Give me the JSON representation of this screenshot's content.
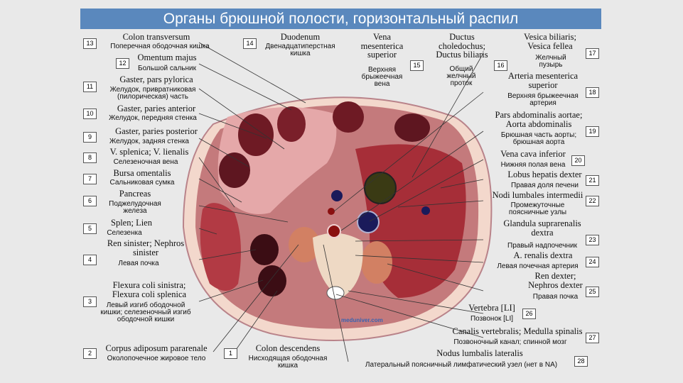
{
  "title": "Органы брюшной полости, горизонтальный распил",
  "watermark": "meduniver.com",
  "labels": [
    {
      "n": "13",
      "la": "Colon transversum",
      "ru": "Поперечная ободочная кишка"
    },
    {
      "n": "12",
      "la": "Omentum majus",
      "ru": "Большой сальник"
    },
    {
      "n": "11",
      "la": "Gaster, pars pylorica",
      "ru": "Желудок, привратниковая (пилорическая) часть"
    },
    {
      "n": "10",
      "la": "Gaster, paries anterior",
      "ru": "Желудок, передняя стенка"
    },
    {
      "n": "9",
      "la": "Gaster, paries posterior",
      "ru": "Желудок, задняя стенка"
    },
    {
      "n": "8",
      "la": "V. splenica; V. lienalis",
      "ru": "Селезеночная вена"
    },
    {
      "n": "7",
      "la": "Bursa omentalis",
      "ru": "Сальниковая сумка"
    },
    {
      "n": "6",
      "la": "Pancreas",
      "ru": "Поджелудочная железа"
    },
    {
      "n": "5",
      "la": "Splen; Lien",
      "ru": "Селезенка"
    },
    {
      "n": "4",
      "la": "Ren sinister; Nephros sinister",
      "ru": "Левая почка"
    },
    {
      "n": "3",
      "la": "Flexura coli sinistra; Flexura coli splenica",
      "ru": "Левый изгиб ободочной кишки; селезеночный изгиб ободочной кишки"
    },
    {
      "n": "2",
      "la": "Corpus adiposum pararenale",
      "ru": "Околопочечное жировое тело"
    },
    {
      "n": "1",
      "la": "Colon descendens",
      "ru": "Нисходящая ободочная кишка"
    },
    {
      "n": "14",
      "la": "Duodenum",
      "ru": "Двенадцатиперстная кишка"
    },
    {
      "n": "15",
      "la": "Vena mesenterica superior",
      "ru": "Верхняя брыжеечная вена"
    },
    {
      "n": "16",
      "la": "Ductus choledochus; Ductus biliaris",
      "ru": "Общий желчный проток"
    },
    {
      "n": "17",
      "la": "Vesica biliaris; Vesica fellea",
      "ru": "Желчный пузырь"
    },
    {
      "n": "18",
      "la": "Arteria mesenterica superior",
      "ru": "Верхняя брыжеечная артерия"
    },
    {
      "n": "19",
      "la": "Pars abdominalis aortae; Aorta abdominalis",
      "ru": "Брюшная часть аорты; брюшная аорта"
    },
    {
      "n": "20",
      "la": "Vena cava inferior",
      "ru": "Нижняя полая вена"
    },
    {
      "n": "21",
      "la": "Lobus hepatis dexter",
      "ru": "Правая доля печени"
    },
    {
      "n": "22",
      "la": "Nodi lumbales intermedii",
      "ru": "Промежуточные поясничные узлы"
    },
    {
      "n": "23",
      "la": "Glandula suprarenalis dextra",
      "ru": "Правый надпочечник"
    },
    {
      "n": "24",
      "la": "A. renalis dextra",
      "ru": "Левая почечная артерия"
    },
    {
      "n": "25",
      "la": "Ren dexter; Nephros dexter",
      "ru": "Правая почка"
    },
    {
      "n": "26",
      "la": "Vertebra [LI]",
      "ru": "Позвонок [LI]"
    },
    {
      "n": "27",
      "la": "Canalis vertebralis; Medulla spinalis",
      "ru": "Позвоночный канал; спинной мозг"
    },
    {
      "n": "28",
      "la": "Nodus lumbalis lateralis",
      "ru": "Латеральный поясничный лимфатический узел (нет в NA)"
    }
  ]
}
